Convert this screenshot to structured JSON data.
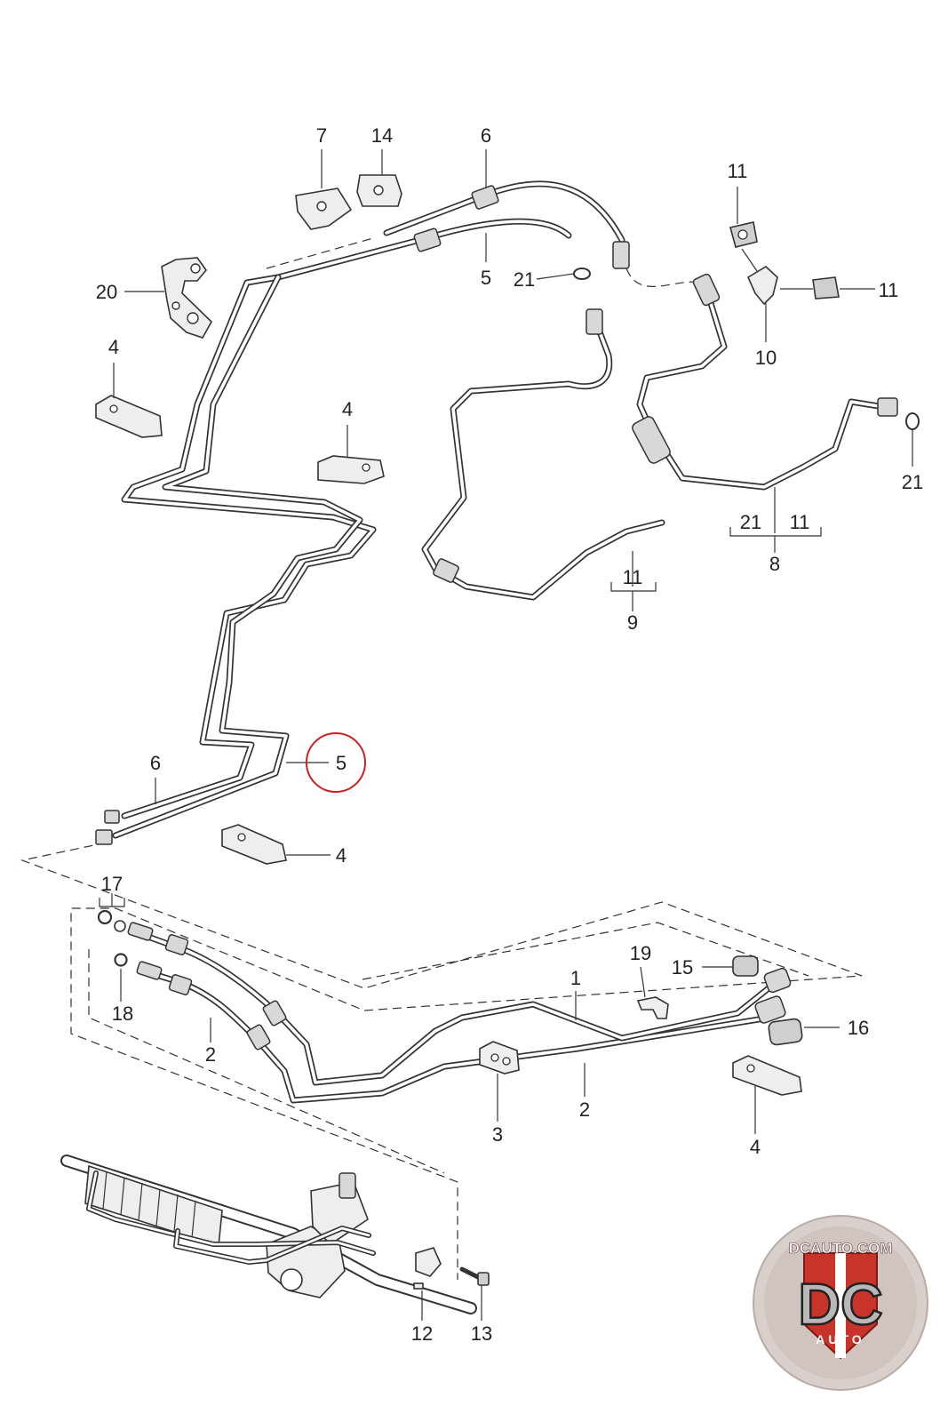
{
  "callouts": {
    "c7": "7",
    "c14": "14",
    "c6_top": "6",
    "c5_top": "5",
    "c21_top": "21",
    "c20": "20",
    "c4_left": "4",
    "c4_mid": "4",
    "c11_a": "11",
    "c11_b": "11",
    "c10": "10",
    "c21_right": "21",
    "c21_8": "21",
    "c11_8": "11",
    "c8": "8",
    "c11_9": "11",
    "c9": "9",
    "c6_low": "6",
    "c5_circled": "5",
    "c4_low": "4",
    "c17": "17",
    "c18": "18",
    "c2_left": "2",
    "c1": "1",
    "c19": "19",
    "c15": "15",
    "c16": "16",
    "c3": "3",
    "c2_right": "2",
    "c4_right": "4",
    "c12": "12",
    "c13": "13"
  },
  "highlight": {
    "circled_part": "5",
    "color": "#cc1f1f"
  },
  "logo": {
    "top_text": "DCAUTO.COM",
    "mark_text": "DC",
    "sub_text": "AUTO"
  },
  "colors": {
    "line": "#333333",
    "highlight": "#cc1f1f",
    "logo_bg": "#d9cfcb",
    "logo_red": "#c8342a"
  }
}
